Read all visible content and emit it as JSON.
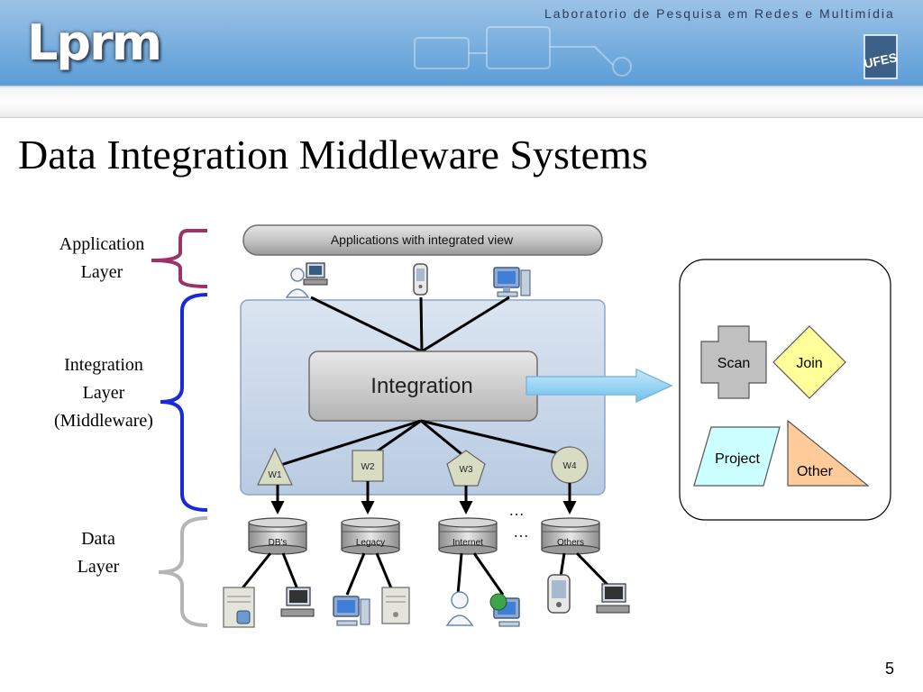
{
  "header": {
    "logo_text": "Lprm",
    "lab_name": "Laboratorio de Pesquisa em Redes e Multimídia",
    "university_logo": "UFES"
  },
  "slide": {
    "title": "Data Integration Middleware Systems",
    "page_number": "5"
  },
  "layers": {
    "application": [
      "Application",
      "Layer"
    ],
    "integration": [
      "Integration",
      "Layer",
      "(Middleware)"
    ],
    "data": [
      "Data",
      "Layer"
    ]
  },
  "diagram": {
    "app_bar_label": "Applications with integrated view",
    "integration_label": "Integration",
    "wrappers": [
      "W1",
      "W2",
      "W3",
      "W4"
    ],
    "sources": [
      "DB's",
      "Legacy",
      "Internet",
      "Others"
    ],
    "ellipsis": "…",
    "client_icons": [
      "user-with-computer-icon",
      "pda-icon",
      "desktop-computer-icon"
    ],
    "source_device_icons": [
      "server-icon",
      "workstation-icon",
      "desktop-computer-icon",
      "server-icon",
      "user-icon",
      "globe-computer-icon",
      "pda-icon",
      "workstation-icon"
    ]
  },
  "operators": {
    "scan": "Scan",
    "join": "Join",
    "project": "Project",
    "other": "Other"
  },
  "colors": {
    "application_brace": "#9b3466",
    "integration_brace": "#1a2bd6",
    "data_brace": "#b5b5b5",
    "middleware_panel": "#ccd9ea",
    "arrow": "#8ccff0",
    "scan": "#c0c0c0",
    "join": "#ffff99",
    "project": "#ccffff",
    "other": "#ffcc99"
  }
}
